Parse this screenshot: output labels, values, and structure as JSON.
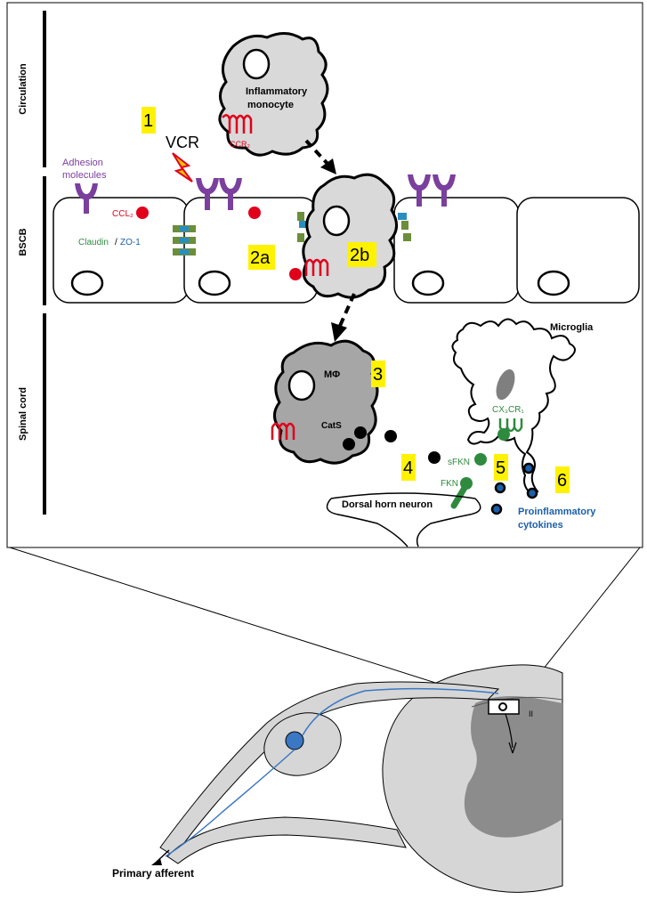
{
  "regions": {
    "circulation": "Circulation",
    "bscb": "BSCB",
    "spinal_cord": "Spinal cord"
  },
  "labels": {
    "inflammatory_monocyte_line1": "Inflammatory",
    "inflammatory_monocyte_line2": "monocyte",
    "ccr2": "CCR₂",
    "vcr": "VCR",
    "adhesion_line1": "Adhesion",
    "adhesion_line2": "molecules",
    "ccl2": "CCL₂",
    "claudin": "Claudin",
    "slash": "/",
    "zo1": "ZO-1",
    "macrophage": "MΦ",
    "cats": "CatS",
    "microglia": "Microglia",
    "cx3cr1": "CX₃CR₁",
    "sfkn": "sFKN",
    "fkn": "FKN",
    "dorsal_horn_neuron": "Dorsal horn neuron",
    "proinflammatory_line1": "Proinflammatory",
    "proinflammatory_line2": "cytokines",
    "primary_afferent": "Primary afferent",
    "lamina_ii": "II"
  },
  "steps": [
    "1",
    "2a",
    "2b",
    "3",
    "4",
    "5",
    "6"
  ],
  "colors": {
    "adhesion_purple": "#7b3f9e",
    "chemokine_red": "#e0001b",
    "claudin_green": "#2e8b3e",
    "zo1_blue": "#1b5fa8",
    "step_yellow": "#fff200",
    "cell_grey": "#d9d9d9",
    "macrophage_grey": "#a6a6a6",
    "cord_grey": "#d6d6d6",
    "grey_matter": "#8c8c8c",
    "afferent_blue": "#3b78c3",
    "junction_green": "#6b8e3a",
    "junction_blue": "#2a8cc0"
  }
}
